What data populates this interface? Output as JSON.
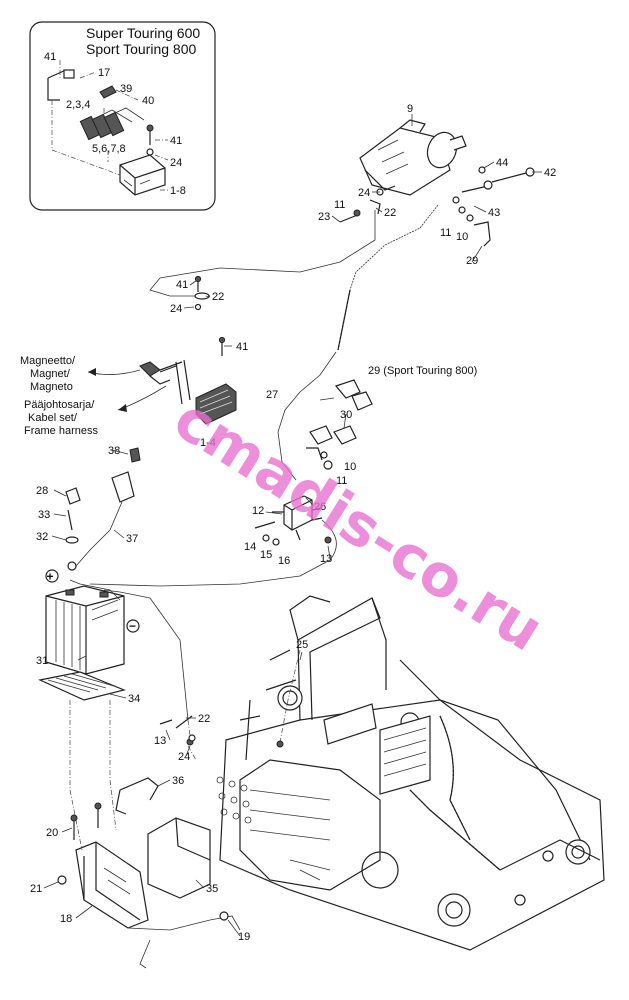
{
  "inset": {
    "title_line1": "Super Touring 600",
    "title_line2": "Sport Touring 800",
    "labels": [
      "41",
      "17",
      "39",
      "40",
      "2,3,4",
      "41",
      "5,6,7,8",
      "24",
      "1-8"
    ]
  },
  "callouts": [
    "9",
    "44",
    "42",
    "24",
    "22",
    "23",
    "11",
    "43",
    "11",
    "10",
    "29",
    "41",
    "22",
    "24",
    "41",
    "Magneetto/",
    "Magnet/",
    "Magneto",
    "Pääjohtosarja/",
    "Kabel set/",
    "Frame harness",
    "1-4",
    "29 (Sport Touring 800)",
    "27",
    "30",
    "10",
    "11",
    "38",
    "28",
    "37",
    "33",
    "32",
    "12",
    "26",
    "14",
    "15",
    "16",
    "13",
    "25",
    "31",
    "34",
    "13",
    "22",
    "24",
    "36",
    "20",
    "35",
    "21",
    "18",
    "19"
  ],
  "terminal_plus": "+",
  "terminal_minus": "−",
  "watermark": "cmadis-co.ru"
}
